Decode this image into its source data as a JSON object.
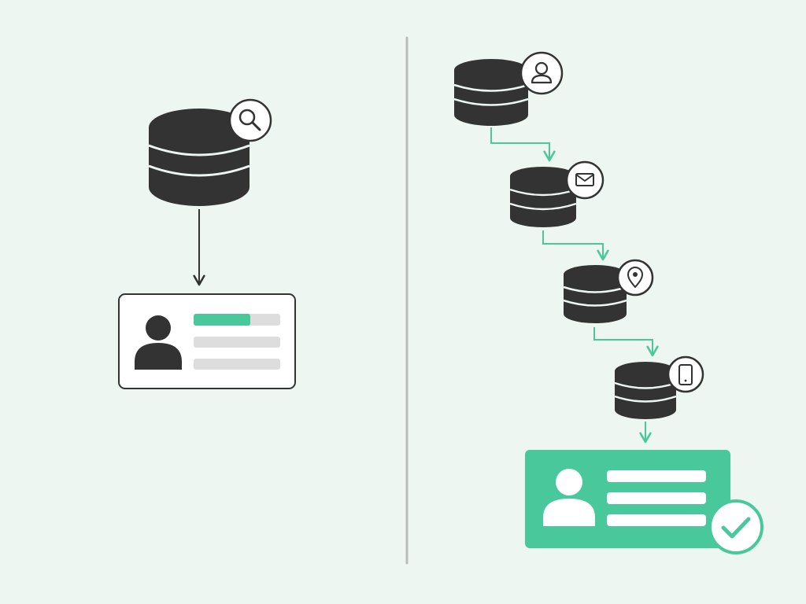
{
  "colors": {
    "background": "#EEF6F2",
    "database": "#333333",
    "accent": "#49C89B",
    "divider": "#B8BDBB",
    "card_bg": "#FFFFFF",
    "placeholder_line": "#DDDDDD",
    "icon_stroke": "#333333"
  },
  "left_panel": {
    "database": {
      "badge_icon": "search-icon"
    },
    "profile_card": {
      "avatar_icon": "user-silhouette-icon",
      "field_lines": 3,
      "first_line_progress": 0.65
    }
  },
  "right_panel": {
    "databases": [
      {
        "badge_icon": "user-icon"
      },
      {
        "badge_icon": "mail-icon"
      },
      {
        "badge_icon": "location-pin-icon"
      },
      {
        "badge_icon": "phone-icon"
      }
    ],
    "profile_card": {
      "avatar_icon": "user-silhouette-icon",
      "field_lines": 3,
      "status_icon": "checkmark-icon"
    }
  }
}
